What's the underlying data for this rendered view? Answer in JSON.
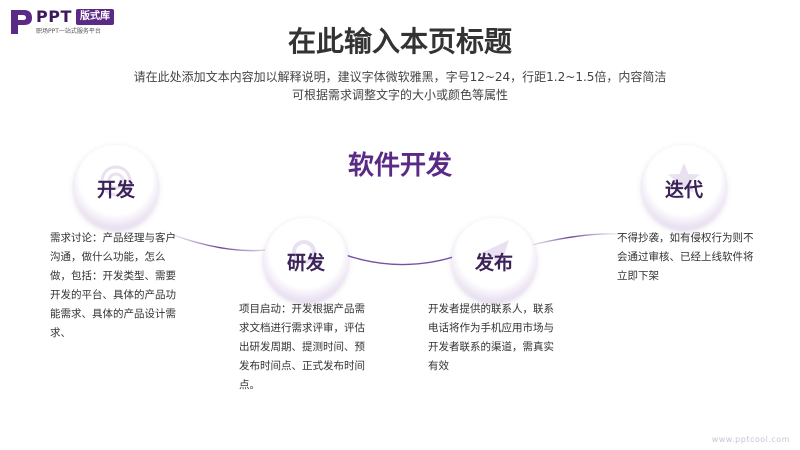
{
  "logo": {
    "brand": "PPT",
    "badge": "版式库",
    "tagline": "职场PPT一站式服务平台"
  },
  "page": {
    "title": "在此输入本页标题",
    "subtitle_line1": "请在此处添加文本内容加以解释说明，建议字体微软雅黑，字号12~24，行距1.2~1.5倍，内容简洁",
    "subtitle_line2": "可根据需求调整文字的大小或颜色等属性",
    "center_label": "软件开发"
  },
  "stages": [
    {
      "name": "开发",
      "icon": "target-icon",
      "text": "需求讨论：产品经理与客户沟通，做什么功能，怎么做，包括：开发类型、需要开发的平台、具体的产品功能需求、具体的产品设计需求、"
    },
    {
      "name": "研发",
      "icon": "search-icon",
      "text": "项目启动：开发根据产品需求文档进行需求评审，评估出研发周期、提测时间、预发布时间点、正式发布时间点。"
    },
    {
      "name": "发布",
      "icon": "paper-plane-icon",
      "text": "开发者提供的联系人，联系电话将作为手机应用市场与开发者联系的渠道，需真实有效"
    },
    {
      "name": "迭代",
      "icon": "star-icon",
      "text": "不得抄袭，如有侵权行为则不会通过审核、已经上线软件将立即下架"
    }
  ],
  "watermark": "www.pptcool.com",
  "colors": {
    "accent": "#5a2a86",
    "ring": "#e4d9ee",
    "text": "#333333"
  }
}
